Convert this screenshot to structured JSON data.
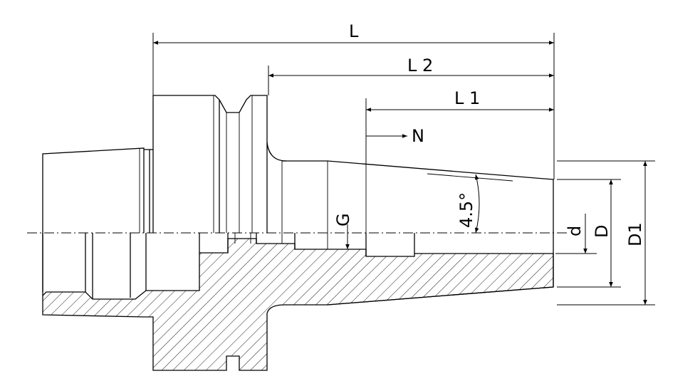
{
  "labels": {
    "L": "L",
    "L2": "L 2",
    "L1": "L 1",
    "N": "N",
    "G": "G",
    "angle": "4.5°",
    "d": "d",
    "D": "D",
    "D1": "D1"
  },
  "colors": {
    "line": "#000000",
    "background": "#ffffff"
  }
}
